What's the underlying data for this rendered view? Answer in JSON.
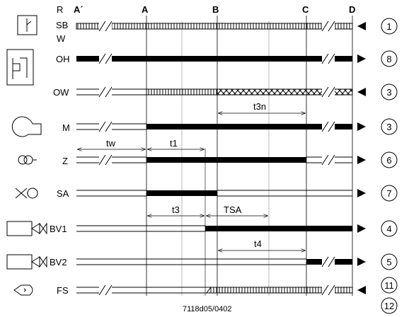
{
  "columns": {
    "a_prime": "A´",
    "a": "A",
    "b": "B",
    "c": "C",
    "d": "D"
  },
  "row_labels": {
    "sb": [
      "R",
      "SB",
      "W"
    ],
    "oh": "OH",
    "ow": "OW",
    "m": "M",
    "z": "Z",
    "sa": "SA",
    "bv1": "BV1",
    "bv2": "BV2",
    "fs": "FS"
  },
  "intervals": {
    "t3n": "t3n",
    "tw": "tw",
    "t1": "t1",
    "t3": "t3",
    "tsa": "TSA",
    "t4": "t4"
  },
  "terminals": [
    "1",
    "8",
    "3",
    "3",
    "6",
    "7",
    "4",
    "5",
    "11",
    "12"
  ],
  "footer_code": "7118d05/0402",
  "icons": {
    "sb": "thermostat-switch-icon",
    "oh": "oil-preheater-icon",
    "m": "burner-motor-icon",
    "z": "ignition-transformer-icon",
    "sa": "actuator-icon",
    "bv1": "fuel-valve-1-icon",
    "bv2": "fuel-valve-2-icon",
    "fs": "flame-detector-icon"
  }
}
